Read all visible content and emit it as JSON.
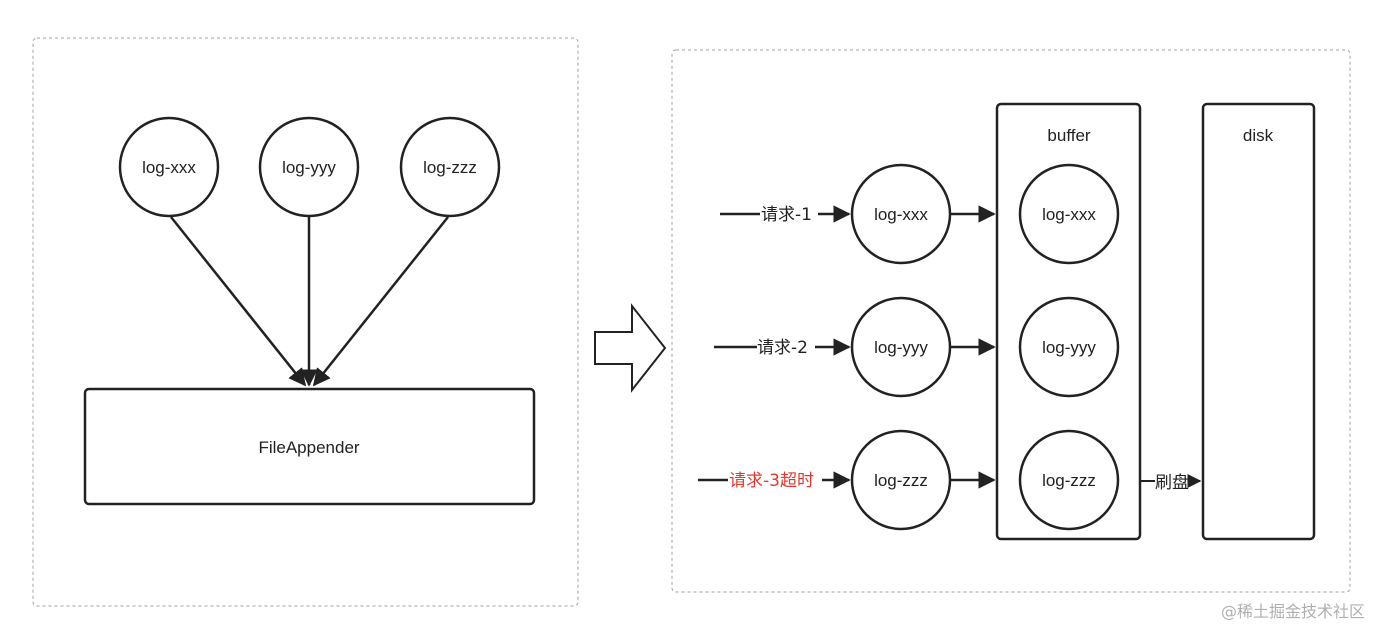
{
  "left": {
    "logs": [
      "log-xxx",
      "log-yyy",
      "log-zzz"
    ],
    "appender": "FileAppender"
  },
  "right": {
    "requests": [
      {
        "label": "请求-1",
        "log": "log-xxx",
        "timeout": false
      },
      {
        "label": "请求-2",
        "log": "log-yyy",
        "timeout": false
      },
      {
        "label": "请求-3超时",
        "log": "log-zzz",
        "timeout": true
      }
    ],
    "buffer_title": "buffer",
    "buffer_items": [
      "log-xxx",
      "log-yyy",
      "log-zzz"
    ],
    "flush_label": "刷盘",
    "disk_title": "disk"
  },
  "colors": {
    "stroke": "#222222",
    "timeout_text": "#e03a2f",
    "frame": "#a0a0a0"
  },
  "watermark": "@稀土掘金技术社区"
}
